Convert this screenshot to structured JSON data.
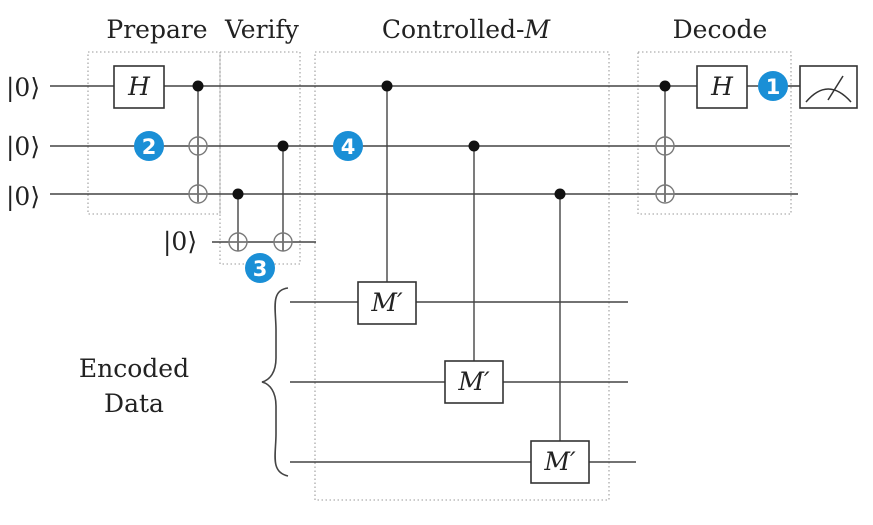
{
  "stages": {
    "prepare": "Prepare",
    "verify": "Verify",
    "controlled_prefix": "Controlled-",
    "controlled_var": "M",
    "decode": "Decode"
  },
  "inputs": {
    "ket0_a": "|0⟩",
    "ket0_b": "|0⟩",
    "ket0_c": "|0⟩",
    "ket0_ancilla": "|0⟩"
  },
  "gates": {
    "hadamard_prepare": "H",
    "hadamard_decode": "H",
    "m_prime_1": "M′",
    "m_prime_2": "M′",
    "m_prime_3": "M′"
  },
  "encoded_data": {
    "line1": "Encoded",
    "line2": "Data"
  },
  "markers": {
    "badge_1": "1",
    "badge_2": "2",
    "badge_3": "3",
    "badge_4": "4"
  },
  "colors": {
    "badge": "#1a8fd6",
    "wire": "#444444",
    "dotted_box": "#9a9a9a"
  }
}
